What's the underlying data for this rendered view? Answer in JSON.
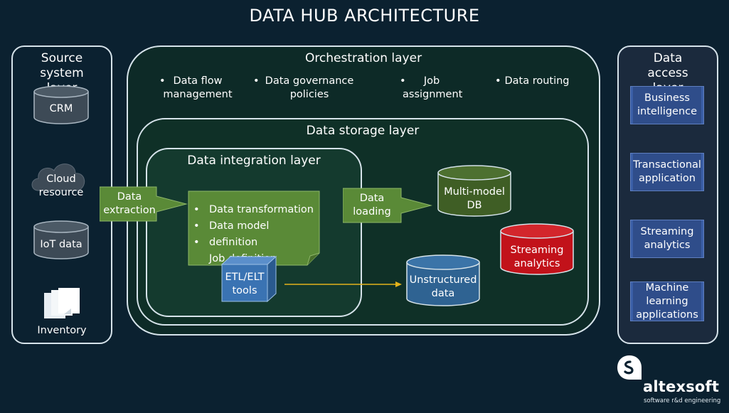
{
  "title": "DATA HUB ARCHITECTURE",
  "source_layer": {
    "title": "Source system layer",
    "items": [
      "CRM",
      "Cloud resource",
      "IoT data",
      "Inventory"
    ]
  },
  "orchestration": {
    "title": "Orchestration layer",
    "bullets": [
      "Data flow management",
      "Data governance policies",
      "Job assignment",
      "Data routing"
    ]
  },
  "storage": {
    "title": "Data storage layer",
    "multi_model": "Multi-model DB",
    "streaming": "Streaming analytics",
    "unstructured": "Unstructured data"
  },
  "integration": {
    "title": "Data integration layer",
    "tasks": [
      "Data transformation",
      "Data model definition",
      "Job definition"
    ],
    "tools": "ETL/ELT tools"
  },
  "arrows": {
    "extraction": "Data extraction",
    "loading": "Data loading"
  },
  "access_layer": {
    "title": "Data access layer",
    "items": [
      "Business intelligence",
      "Transactional application",
      "Streaming analytics",
      "Machine learning applications"
    ]
  },
  "brand": {
    "name": "altexsoft",
    "tagline": "software r&d engineering"
  },
  "colors": {
    "background": "#0b2130",
    "panel_fill": "#0f3027",
    "green": "#5a8a37",
    "dark_green": "#3f5e25",
    "red": "#c2121a",
    "blue_cyl": "#2f6392",
    "access_blue": "#2f4d8a",
    "gray_cyl": "#3d4a56",
    "yellow_arrow": "#e3b21b"
  }
}
